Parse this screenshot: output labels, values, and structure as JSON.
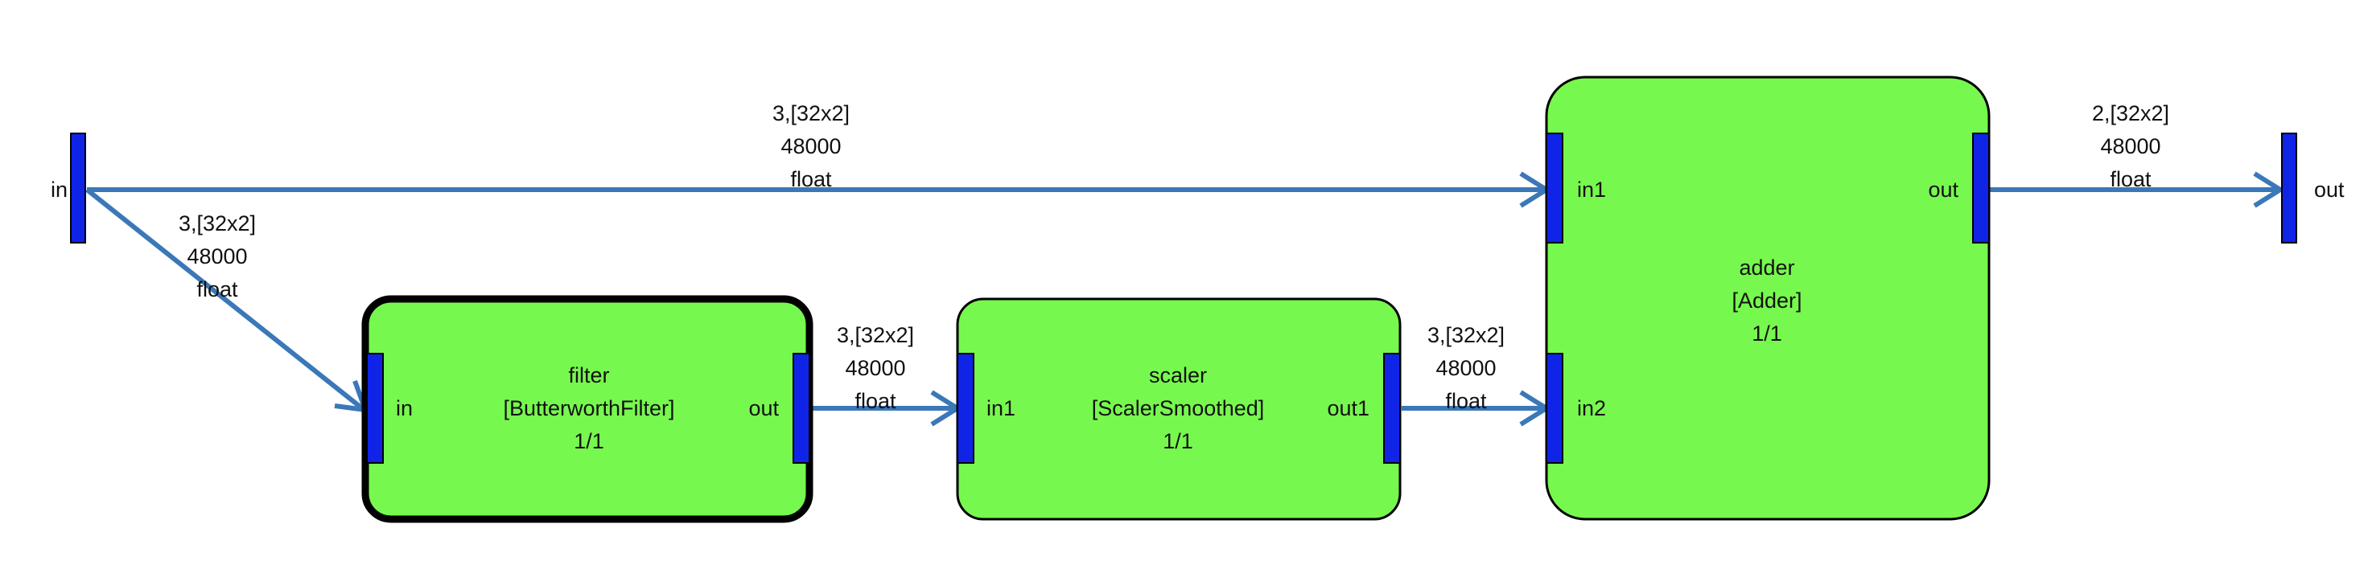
{
  "colors": {
    "block_fill": "#77f84e",
    "port_fill": "#0f24e6",
    "edge": "#3a78b8",
    "text": "#111111"
  },
  "ports": {
    "graph_in": "in",
    "graph_out": "out"
  },
  "blocks": {
    "filter": {
      "name": "filter",
      "type": "[ButterworthFilter]",
      "count": "1/1",
      "port_in": "in",
      "port_out": "out"
    },
    "scaler": {
      "name": "scaler",
      "type": "[ScalerSmoothed]",
      "count": "1/1",
      "port_in": "in1",
      "port_out": "out1"
    },
    "adder": {
      "name": "adder",
      "type": "[Adder]",
      "count": "1/1",
      "port_in1": "in1",
      "port_in2": "in2",
      "port_out": "out"
    }
  },
  "edges": {
    "in_to_adder": {
      "shape": "3,[32x2]",
      "rate": "48000",
      "dtype": "float"
    },
    "in_to_filter": {
      "shape": "3,[32x2]",
      "rate": "48000",
      "dtype": "float"
    },
    "filter_to_scaler": {
      "shape": "3,[32x2]",
      "rate": "48000",
      "dtype": "float"
    },
    "scaler_to_adder": {
      "shape": "3,[32x2]",
      "rate": "48000",
      "dtype": "float"
    },
    "adder_to_out": {
      "shape": "2,[32x2]",
      "rate": "48000",
      "dtype": "float"
    }
  }
}
